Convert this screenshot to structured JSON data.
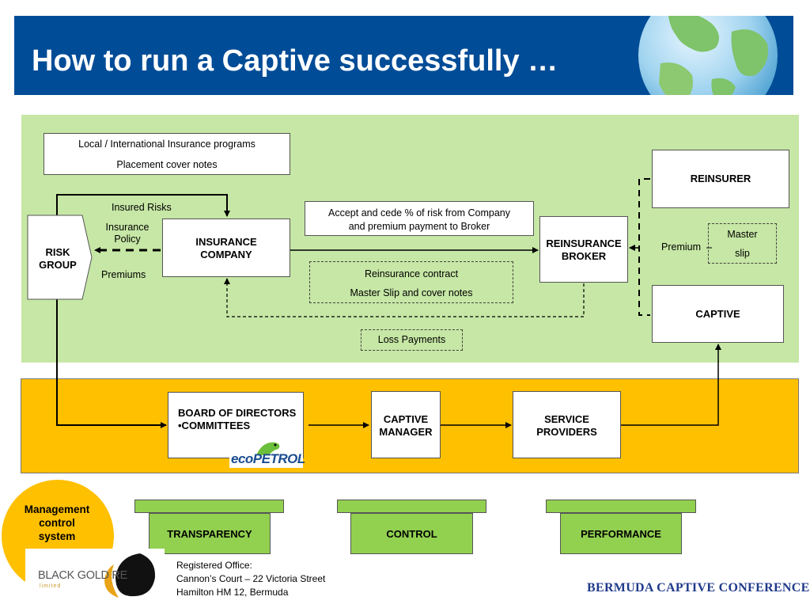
{
  "header": {
    "title": "How to run a Captive successfully …"
  },
  "colors": {
    "header_bg": "#004c97",
    "green_panel": "#c6e7a5",
    "yellow_panel": "#ffc000",
    "tab_green": "#92d050"
  },
  "diagram": {
    "programs_box": {
      "line1": "Local / International Insurance programs",
      "line2": "Placement cover notes"
    },
    "risk_group": {
      "line1": "RISK",
      "line2": "GROUP"
    },
    "insurance_company": {
      "line1": "INSURANCE",
      "line2": "COMPANY"
    },
    "insured_risks": "Insured Risks",
    "insurance_policy": {
      "line1": "Insurance",
      "line2": "Policy"
    },
    "premiums": "Premiums",
    "accept_cede": {
      "line1": "Accept and cede % of risk from  Company",
      "line2": "and premium payment to Broker"
    },
    "reinsurance_contract": {
      "line1": "Reinsurance  contract",
      "line2": "Master Slip  and  cover notes"
    },
    "loss_payments": "Loss Payments",
    "reinsurance_broker": {
      "line1": "REINSURANCE",
      "line2": "BROKER"
    },
    "reinsurer": "REINSURER",
    "premium": "Premium",
    "master_slip": {
      "line1": "Master",
      "line2": "slip"
    },
    "captive": "CAPTIVE",
    "board": {
      "line1": "BOARD OF DIRECTORS",
      "line2": "•COMMITTEES"
    },
    "ecopetrol_logo": "ecoPETROL",
    "captive_manager": {
      "line1": "CAPTIVE",
      "line2": "MANAGER"
    },
    "service_providers": {
      "line1": "SERVICE",
      "line2": "PROVIDERS"
    }
  },
  "pillars": [
    {
      "label": "TRANSPARENCY"
    },
    {
      "label": "CONTROL"
    },
    {
      "label": "PERFORMANCE"
    }
  ],
  "management": {
    "line1": "Management",
    "line2": "control",
    "line3": "system"
  },
  "footer": {
    "logo_text": "BLACK GOLD RE",
    "logo_sub": "limited",
    "address_line1": "Registered Office:",
    "address_line2": "Cannon’s Court – 22 Victoria Street",
    "address_line3": "Hamilton HM 12,   Bermuda",
    "conference": "BERMUDA CAPTIVE CONFERENCE"
  }
}
